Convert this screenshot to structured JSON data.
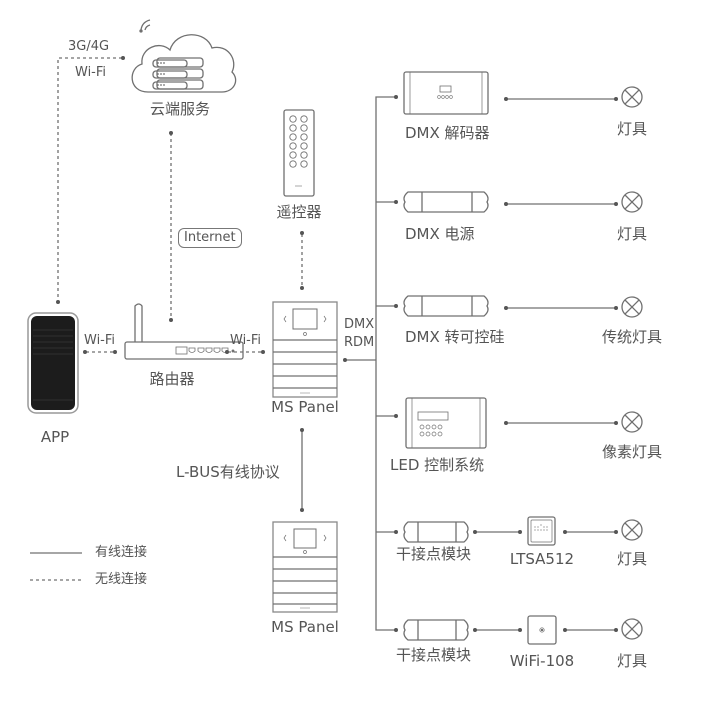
{
  "colors": {
    "line": "#707070",
    "text": "#555555",
    "phone_screen": "#1c1c1c"
  },
  "nodes": {
    "cloud": {
      "label": "云端服务",
      "link_label_top": "3G/4G",
      "link_label_bottom": "Wi-Fi"
    },
    "app": {
      "label": "APP"
    },
    "router": {
      "label": "路由器",
      "wifi_left": "Wi-Fi",
      "wifi_right": "Wi-Fi"
    },
    "internet": {
      "label": "Internet"
    },
    "remote": {
      "label": "遥控器"
    },
    "panel_main": {
      "label": "MS Panel",
      "bus_top": "DMX",
      "bus_bottom": "RDM"
    },
    "lbus": {
      "label": "L-BUS有线协议"
    },
    "panel_secondary": {
      "label": "MS Panel"
    }
  },
  "branches": [
    {
      "device": "DMX 解码器",
      "end": "灯具"
    },
    {
      "device": "DMX 电源",
      "end": "灯具"
    },
    {
      "device": "DMX 转可控硅",
      "end": "传统灯具"
    },
    {
      "device": "LED 控制系统",
      "end": "像素灯具"
    },
    {
      "device": "干接点模块",
      "middle": "LTSA512",
      "end": "灯具"
    },
    {
      "device": "干接点模块",
      "middle": "WiFi-108",
      "end": "灯具"
    }
  ],
  "legend": [
    {
      "style": "solid",
      "label": "有线连接"
    },
    {
      "style": "dashed",
      "label": "无线连接"
    }
  ]
}
